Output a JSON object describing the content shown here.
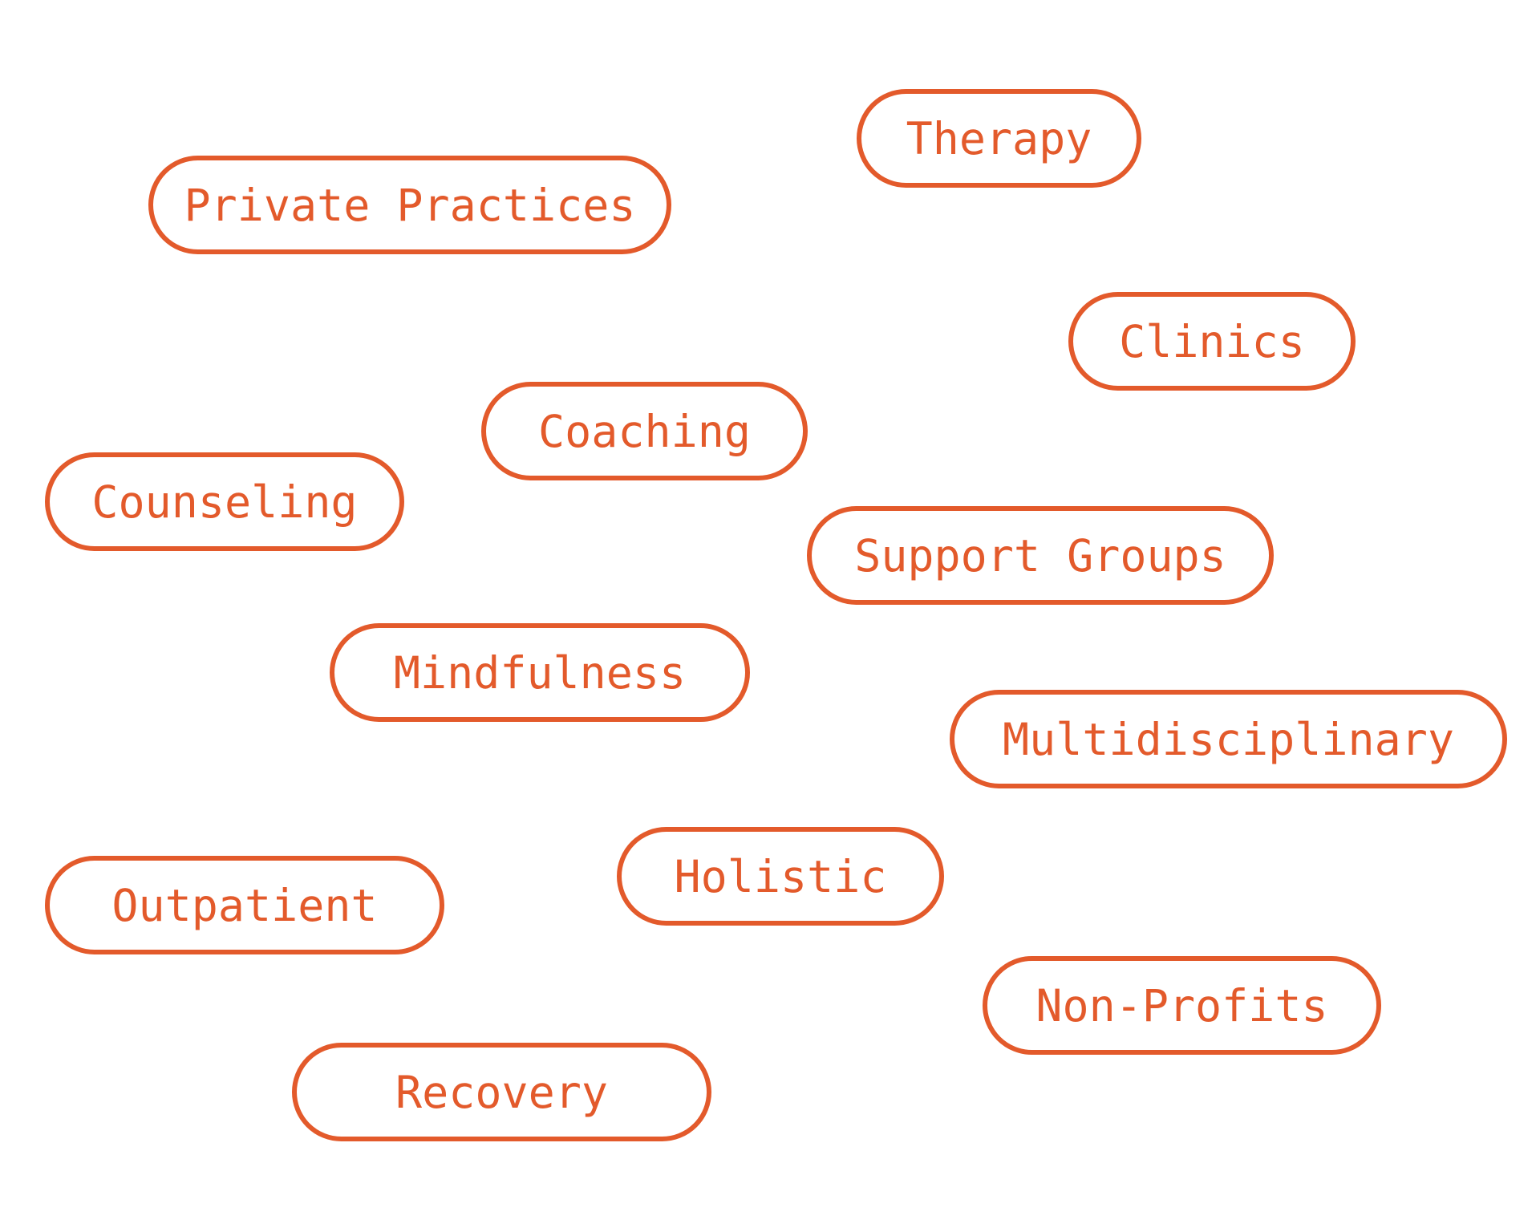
{
  "accent_color": "#E35A2B",
  "tags": [
    {
      "label": "Private Practices"
    },
    {
      "label": "Therapy"
    },
    {
      "label": "Clinics"
    },
    {
      "label": "Coaching"
    },
    {
      "label": "Counseling"
    },
    {
      "label": "Support Groups"
    },
    {
      "label": "Mindfulness"
    },
    {
      "label": "Multidisciplinary"
    },
    {
      "label": "Holistic"
    },
    {
      "label": "Outpatient"
    },
    {
      "label": "Non-Profits"
    },
    {
      "label": "Recovery"
    }
  ]
}
